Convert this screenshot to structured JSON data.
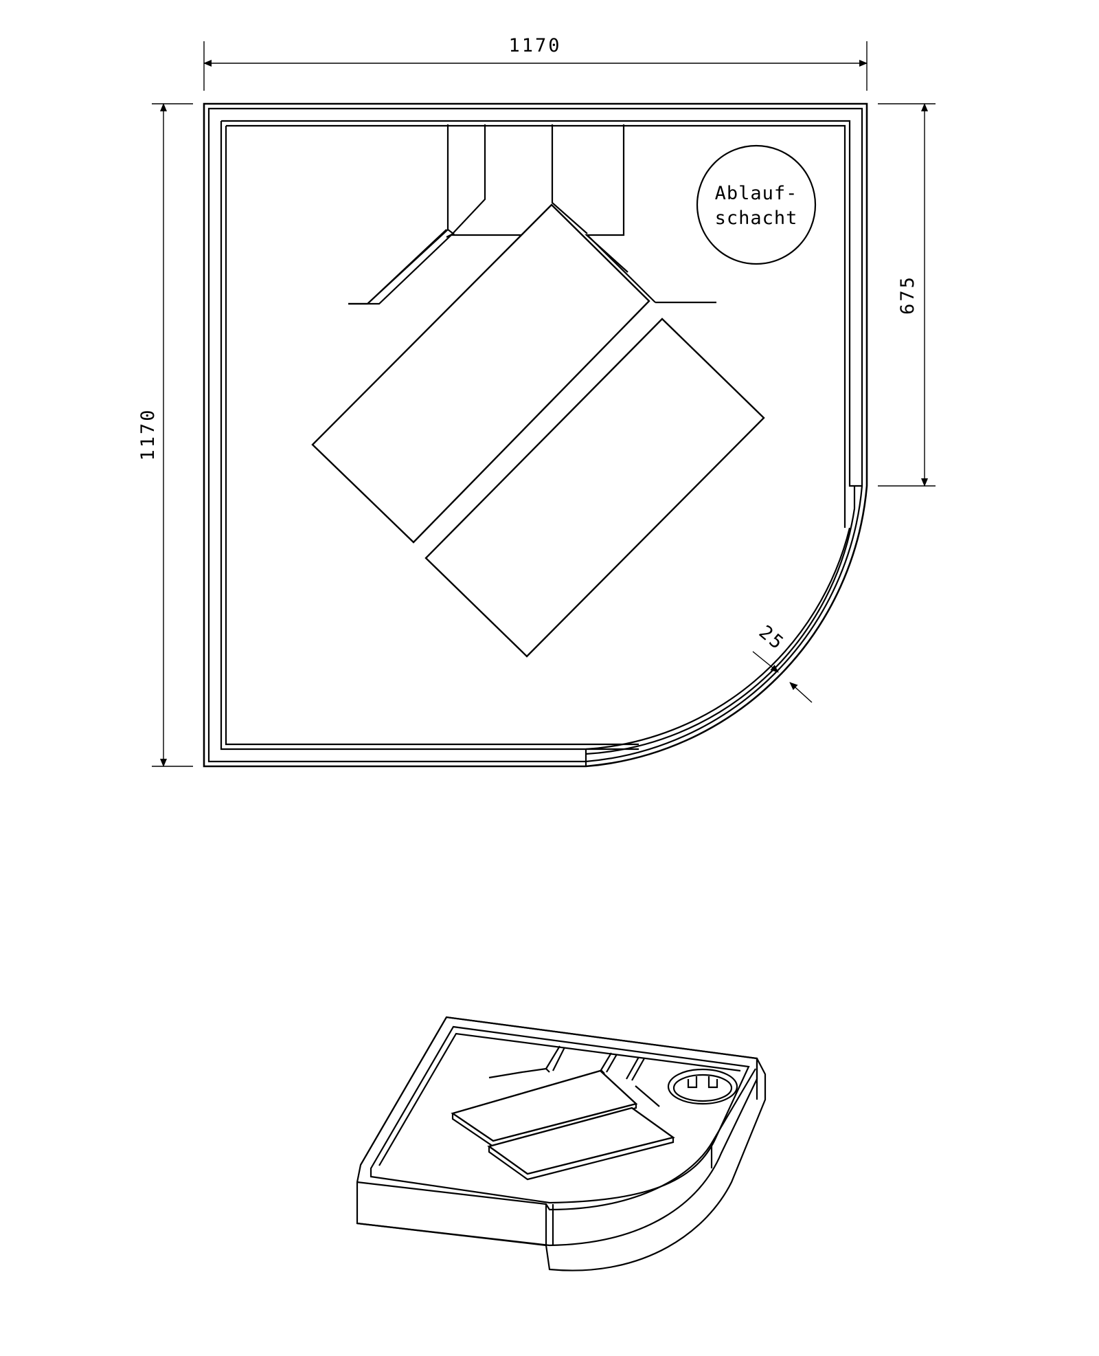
{
  "dimensions": {
    "top_width": "1170",
    "left_height": "1170",
    "right_height": "675",
    "rim_width": "25"
  },
  "labels": {
    "drain_line1": "Ablauf-",
    "drain_line2": "schacht"
  }
}
